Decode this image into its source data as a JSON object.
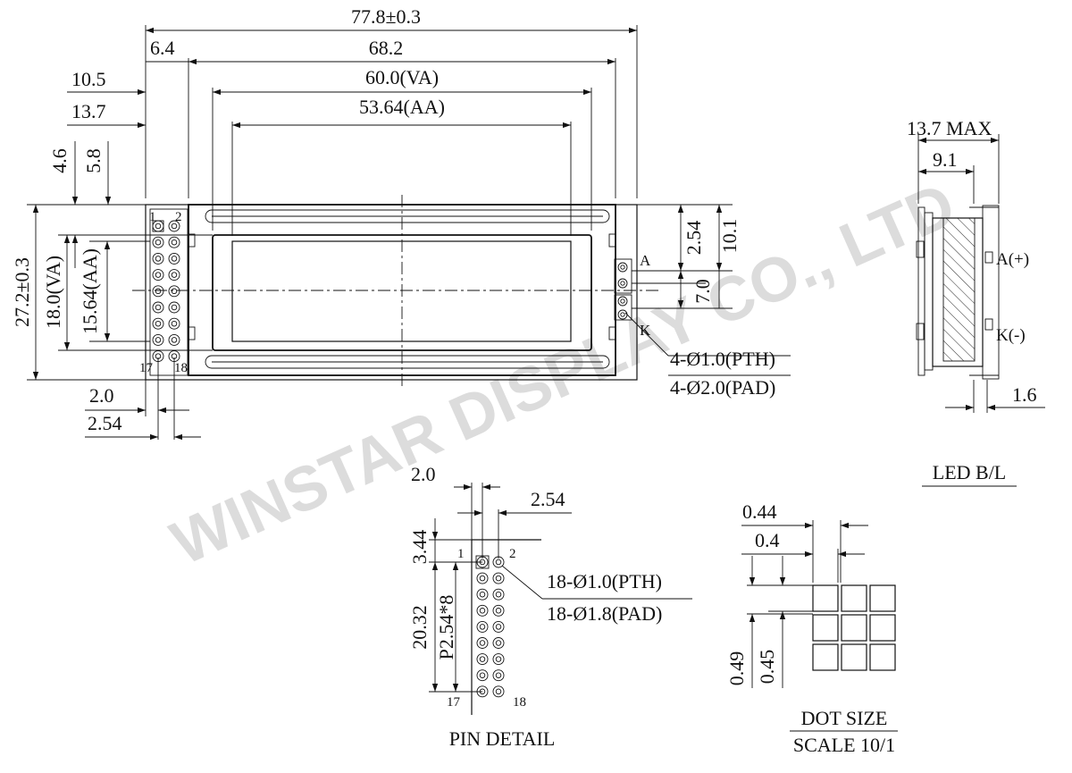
{
  "watermark": "WINSTAR DISPLAY CO., LTD",
  "front": {
    "overall_width": "77.8±0.3",
    "bezel_width": "68.2",
    "va_width": "60.0(VA)",
    "aa_width": "53.64(AA)",
    "left_offset_1": "6.4",
    "left_offset_2": "10.5",
    "left_offset_3": "13.7",
    "top_offset_1": "4.6",
    "top_offset_2": "5.8",
    "overall_height": "27.2±0.3",
    "va_height": "18.0(VA)",
    "aa_height": "15.64(AA)",
    "pin_edge": "2.0",
    "pin_pitch": "2.54",
    "pin_1": "1",
    "pin_2": "2",
    "pin_17": "17",
    "pin_18": "18",
    "bl_pitch": "2.54",
    "bl_offset": "10.1",
    "bl_spacing": "7.0",
    "anode": "A",
    "cathode": "K",
    "bl_pth": "4-Ø1.0(PTH)",
    "bl_pad": "4-Ø2.0(PAD)"
  },
  "side": {
    "max_thickness": "13.7 MAX",
    "depth": "9.1",
    "pin_len": "1.6",
    "anode_label": "A(+)",
    "cathode_label": "K(-)",
    "caption": "LED B/L"
  },
  "pin_detail": {
    "edge": "2.0",
    "pitch": "2.54",
    "top": "3.44",
    "span": "20.32",
    "pitch_count": "P2.54*8",
    "pth": "18-Ø1.0(PTH)",
    "pad": "18-Ø1.8(PAD)",
    "pin_1": "1",
    "pin_2": "2",
    "pin_17": "17",
    "pin_18": "18",
    "caption": "PIN DETAIL"
  },
  "dot": {
    "pitch_w": "0.44",
    "dot_w": "0.4",
    "pitch_h": "0.49",
    "dot_h": "0.45",
    "caption_1": "DOT SIZE",
    "caption_2": "SCALE 10/1"
  }
}
